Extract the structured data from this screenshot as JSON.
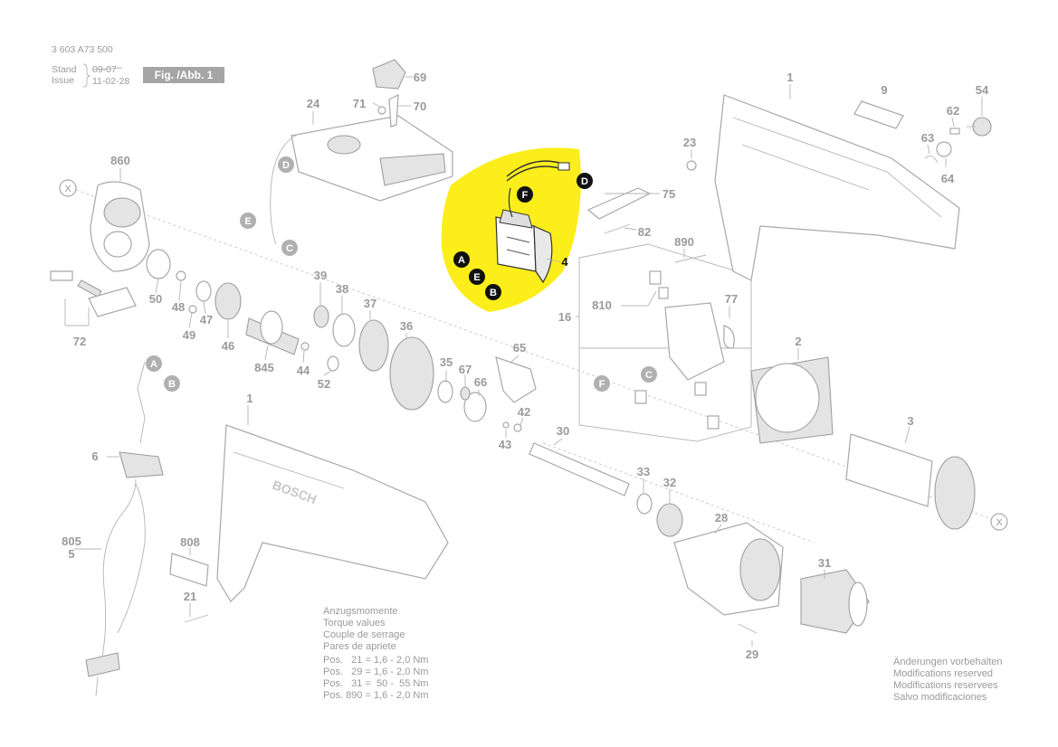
{
  "header": {
    "doc_number": "3 603 A73 500",
    "stand_label": "Stand",
    "issue_label": "Issue",
    "date_old": "09-07",
    "date_new": "11-02-28",
    "figure_label": "Fig. /Abb. 1"
  },
  "part_numbers": {
    "p1_top": "1",
    "p9": "9",
    "p54": "54",
    "p62": "62",
    "p23": "23",
    "p63": "63",
    "p64": "64",
    "p69": "69",
    "p71": "71",
    "p70": "70",
    "p24": "24",
    "p860": "860",
    "p75": "75",
    "p82": "82",
    "p4": "4",
    "p890": "890",
    "p810": "810",
    "p16": "16",
    "p77": "77",
    "p39": "39",
    "p38": "38",
    "p37": "37",
    "p36": "36",
    "p50": "50",
    "p48": "48",
    "p47": "47",
    "p49": "49",
    "p46": "46",
    "p845": "845",
    "p44": "44",
    "p52": "52",
    "p35": "35",
    "p65": "65",
    "p67": "67",
    "p66": "66",
    "p42": "42",
    "p43": "43",
    "p30": "30",
    "p33": "33",
    "p32": "32",
    "p72": "72",
    "p6": "6",
    "p805": "805",
    "p5": "5",
    "p808": "808",
    "p21": "21",
    "p1_bottom": "1",
    "p2": "2",
    "p3": "3",
    "p28": "28",
    "p31": "31",
    "p29": "29"
  },
  "connectors": {
    "A": "A",
    "B": "B",
    "C": "C",
    "D": "D",
    "E": "E",
    "F": "F"
  },
  "axis_marker": "X",
  "torque": {
    "lines": [
      "Anzugsmomente",
      "Torque values",
      "Couple de serrage",
      "Pares de apriete",
      "Pos.   21 = 1,6 - 2,0 Nm",
      "Pos.   29 = 1,6 - 2,0 Nm",
      "Pos.   31 =  50 -  55 Nm",
      "Pos. 890 = 1,6 - 2,0 Nm"
    ]
  },
  "modifications": {
    "lines": [
      "Änderungen vorbehalten",
      "Modifications reserved",
      "Modifications reservees",
      "Salvo modificaciones"
    ]
  },
  "colors": {
    "highlight": "#fbee1a",
    "lines": "#a8a8a8",
    "label_circle_gray": "#b0b0b0",
    "label_circle_black": "#111111"
  }
}
